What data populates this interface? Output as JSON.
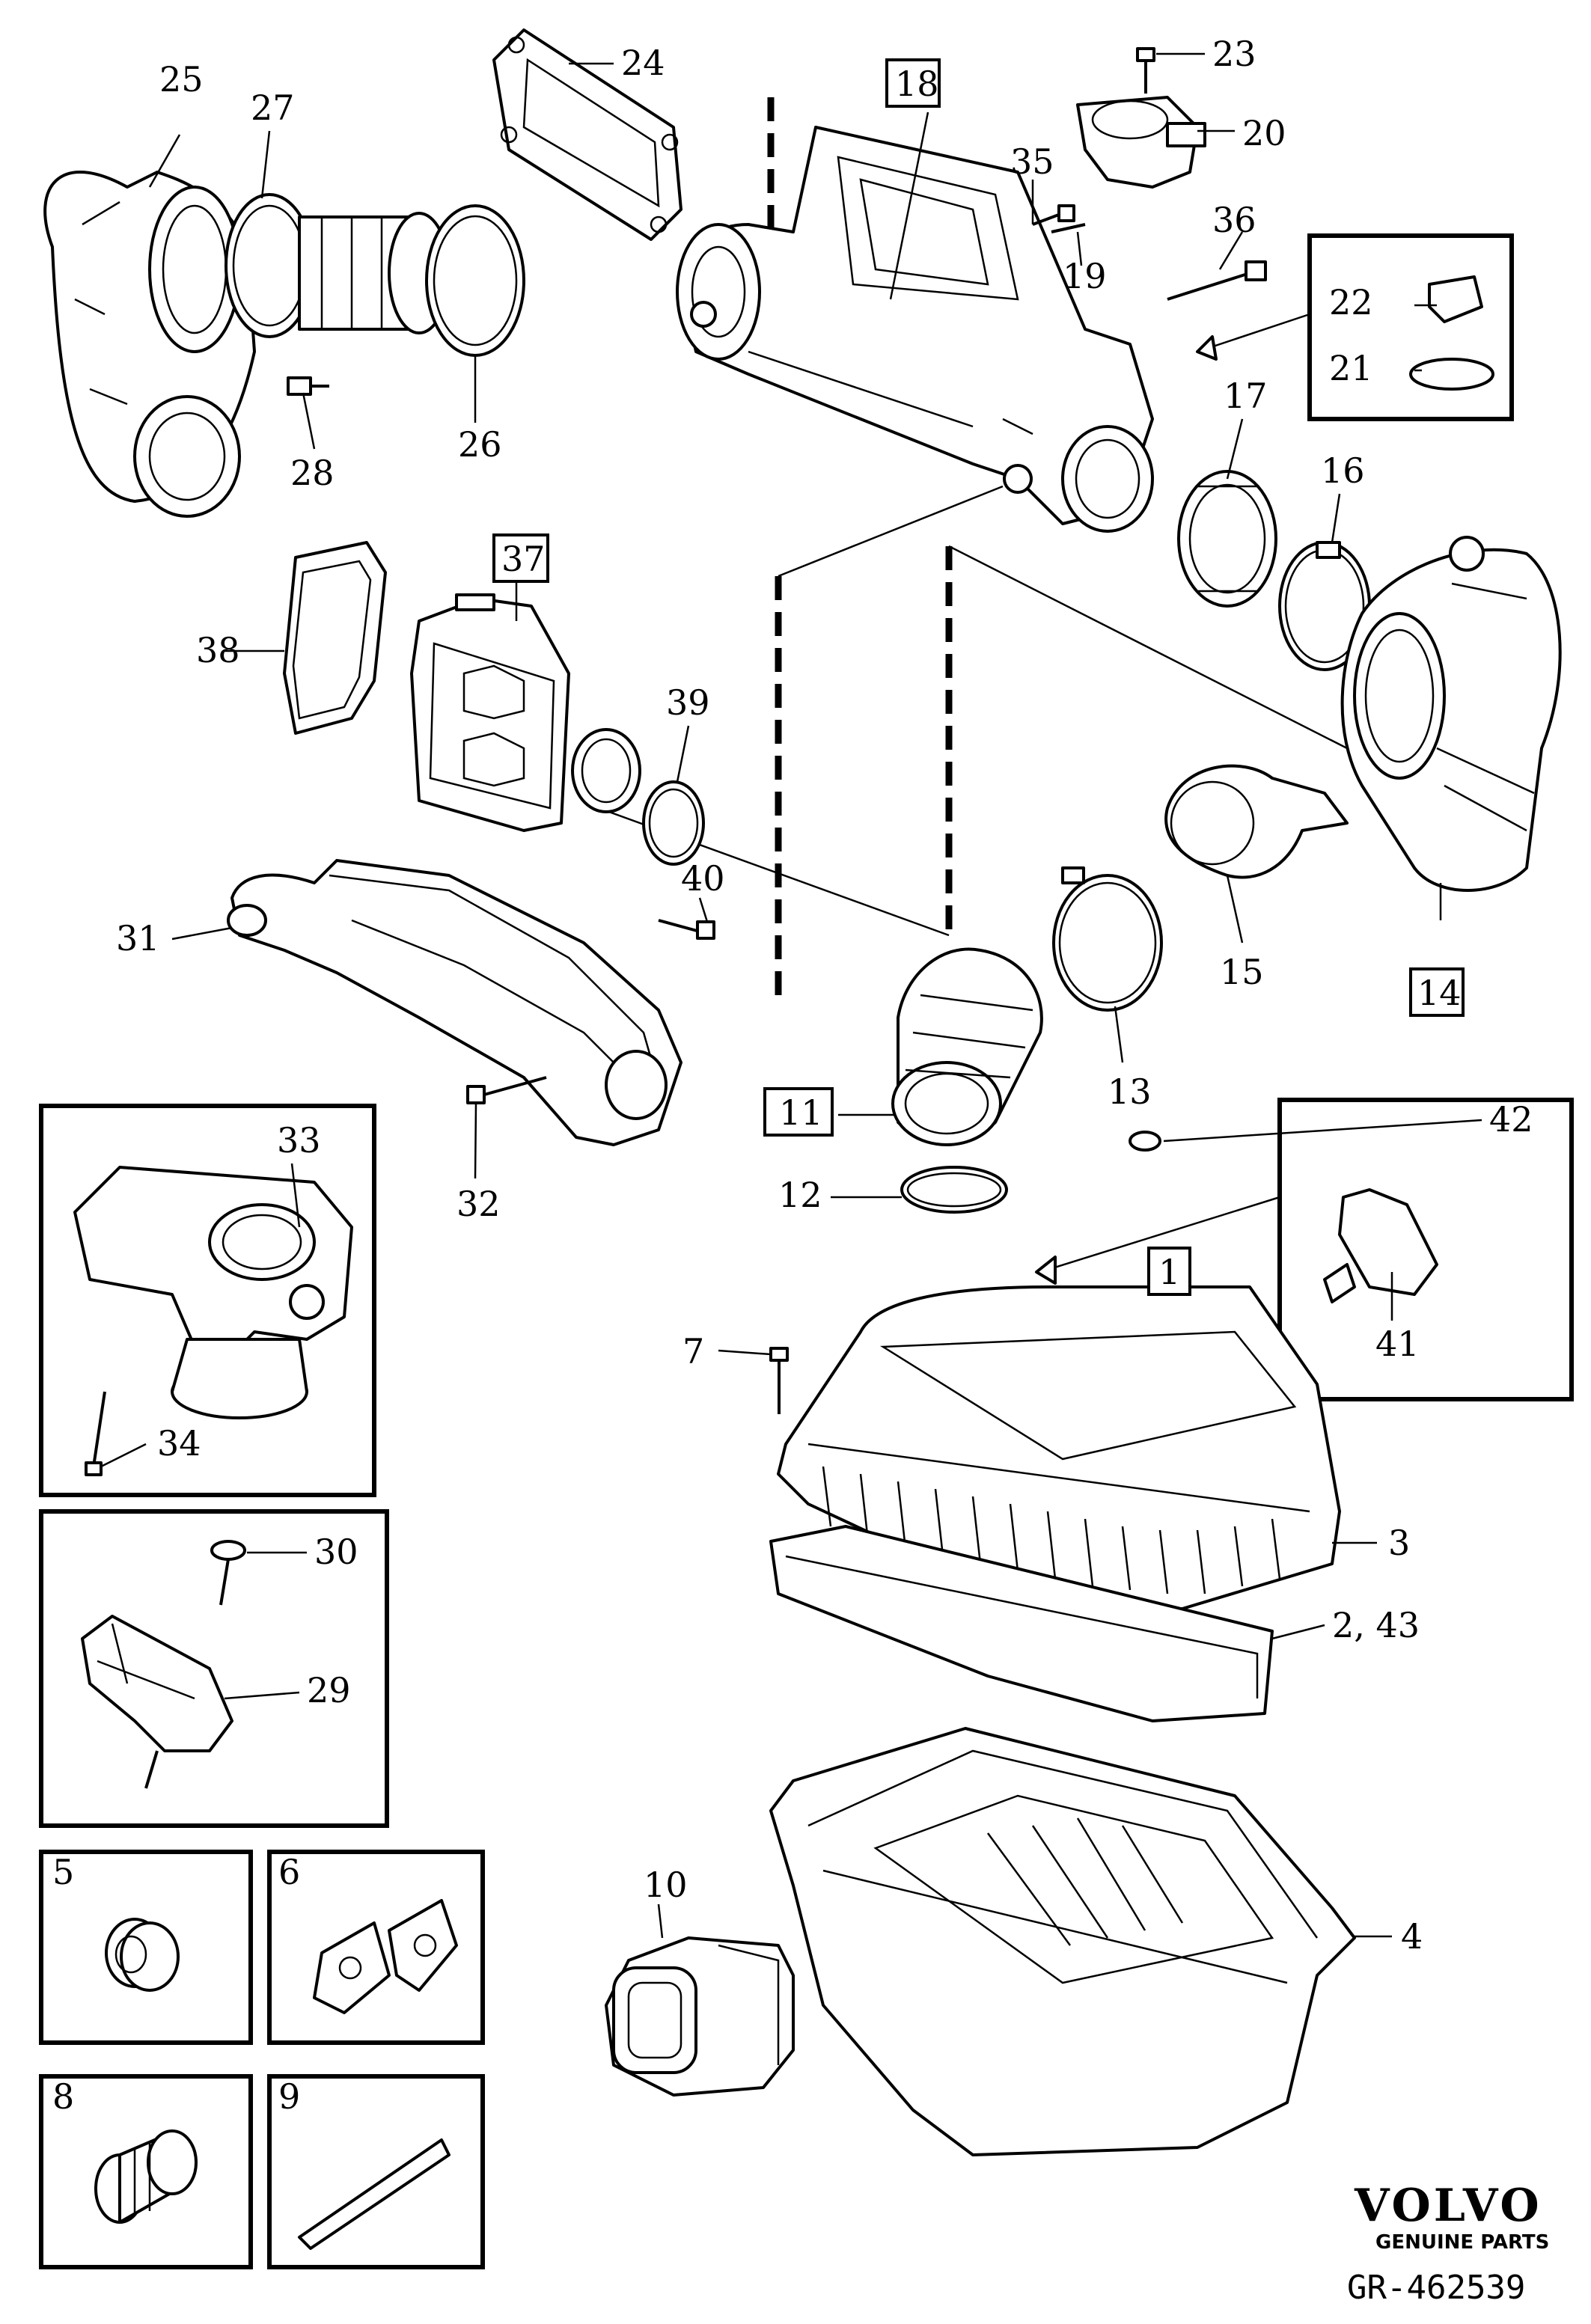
{
  "brand": {
    "name": "VOLVO",
    "subtitle": "GENUINE PARTS"
  },
  "reference": "GR-462539",
  "labels": {
    "1": "1",
    "2_43": "2, 43",
    "3": "3",
    "4": "4",
    "5": "5",
    "6": "6",
    "7": "7",
    "8": "8",
    "9": "9",
    "10": "10",
    "11": "11",
    "12": "12",
    "13": "13",
    "14": "14",
    "15": "15",
    "16": "16",
    "17": "17",
    "18": "18",
    "19": "19",
    "20": "20",
    "21": "21",
    "22": "22",
    "23": "23",
    "24": "24",
    "25": "25",
    "26": "26",
    "27": "27",
    "28": "28",
    "29": "29",
    "30": "30",
    "31": "31",
    "32": "32",
    "33": "33",
    "34": "34",
    "35": "35",
    "36": "36",
    "37": "37",
    "38": "38",
    "39": "39",
    "40": "40",
    "41": "41",
    "42": "42"
  }
}
